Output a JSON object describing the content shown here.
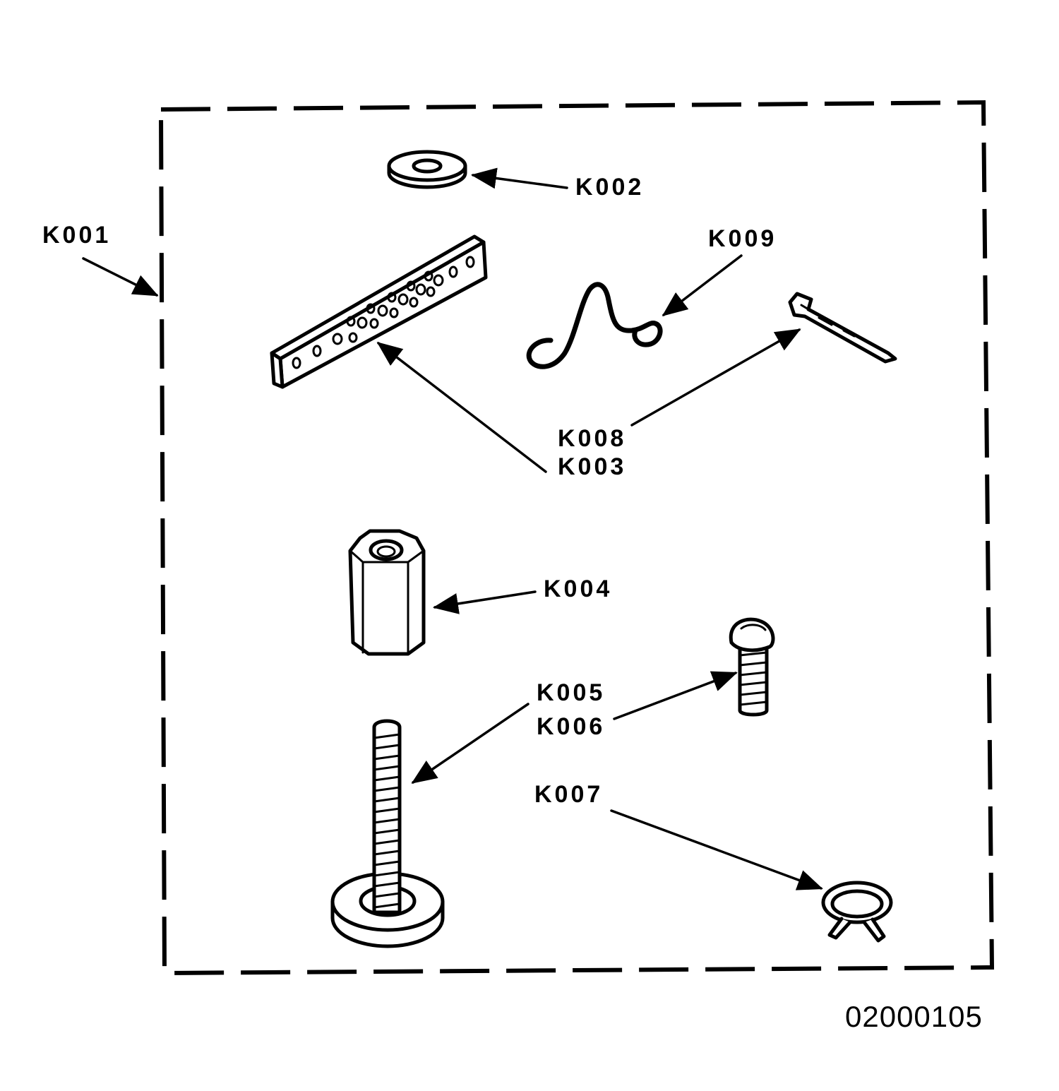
{
  "callouts": {
    "kit": "K001",
    "washer": "K002",
    "hole_strip": "K003",
    "coupling_nut": "K004",
    "leveling_foot": "K005",
    "round_head_screw": "K006",
    "hose_clamp": "K007",
    "strap_hook": "K008",
    "wire_spring": "K009"
  },
  "document_number": "02000105"
}
